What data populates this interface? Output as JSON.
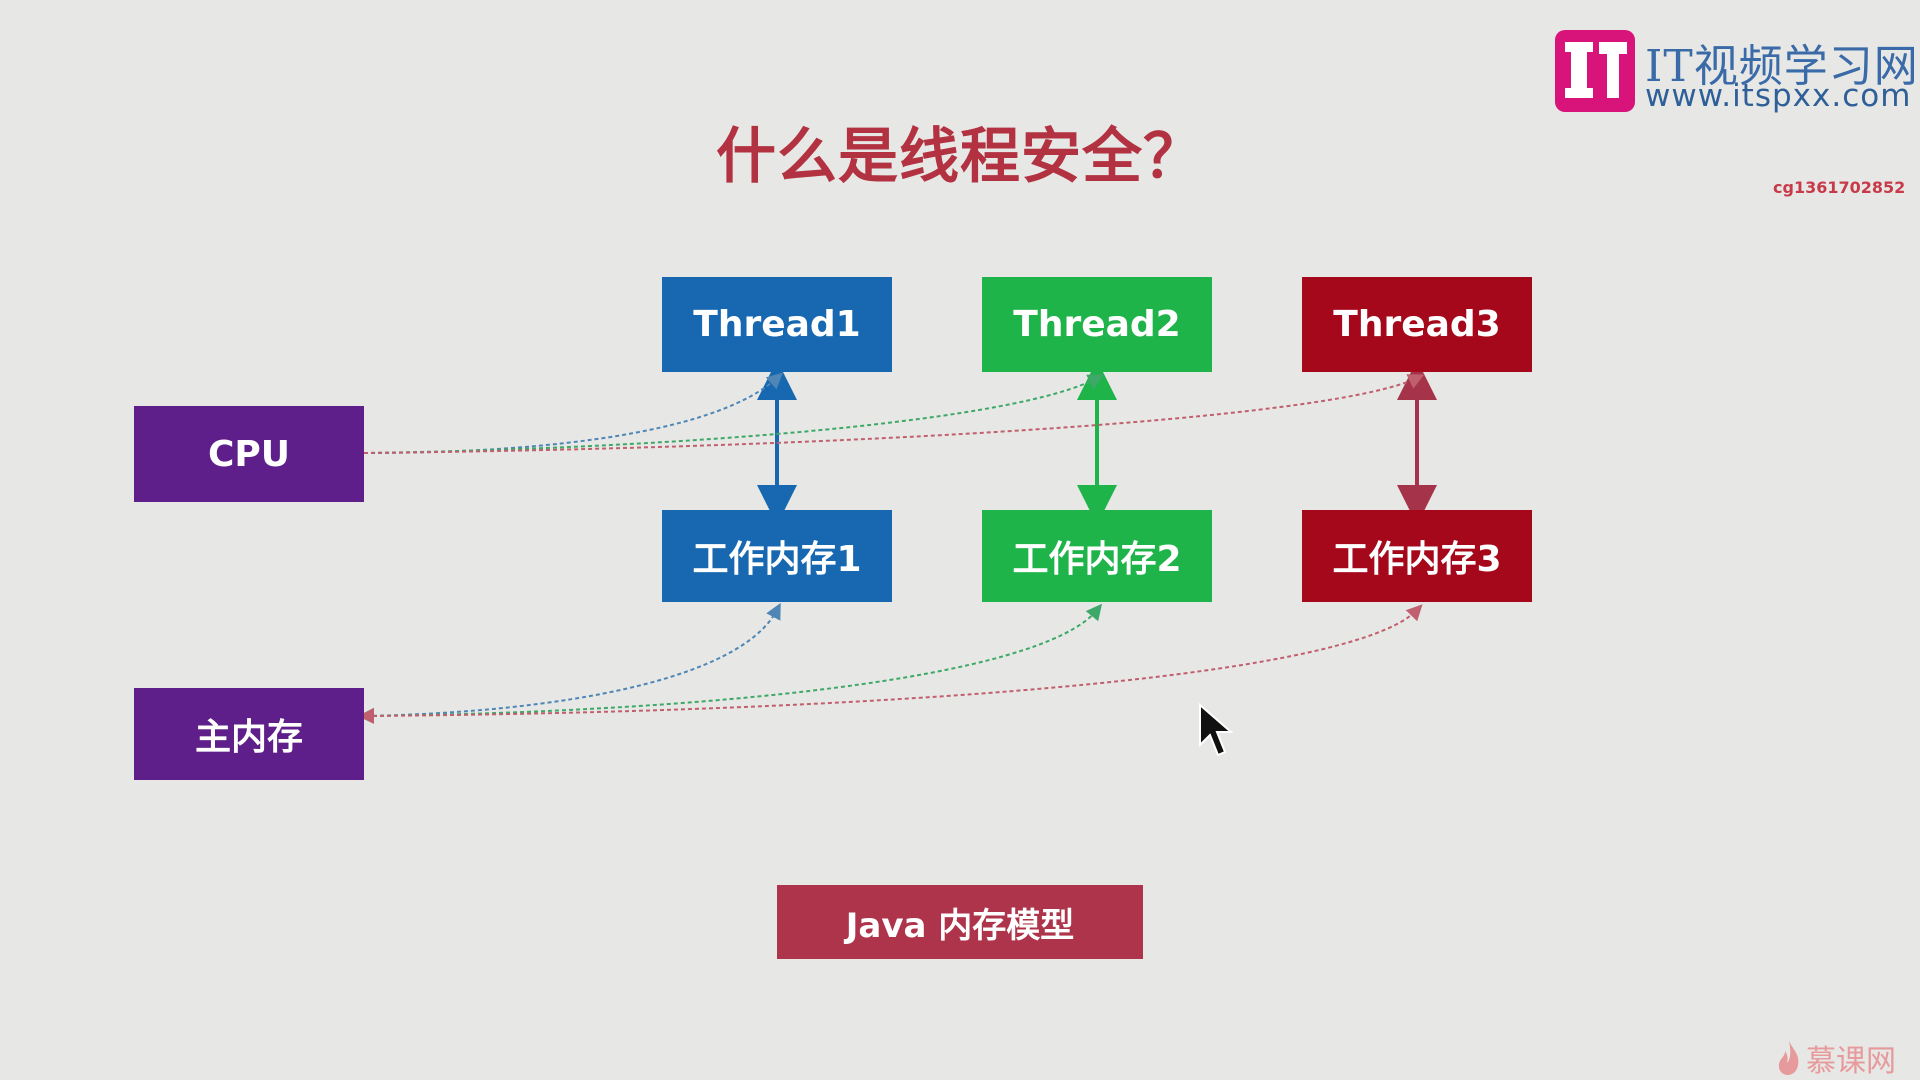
{
  "title": "什么是线程安全？",
  "logo": {
    "name": "IT视频学习网",
    "url": "www.itspxx.com"
  },
  "watermark_id": "cg1361702852",
  "brand": "慕课网",
  "diagram": {
    "cpu": "CPU",
    "main_memory": "主内存",
    "threads": [
      {
        "label": "Thread1",
        "memory": "工作内存1",
        "color": "#1768b0"
      },
      {
        "label": "Thread2",
        "memory": "工作内存2",
        "color": "#1eb44a"
      },
      {
        "label": "Thread3",
        "memory": "工作内存3",
        "color": "#a5081b"
      }
    ],
    "caption": "Java 内存模型",
    "colors": {
      "purple": "#5e1f8b",
      "caption_bg": "#ad344a",
      "title": "#b23241"
    }
  }
}
